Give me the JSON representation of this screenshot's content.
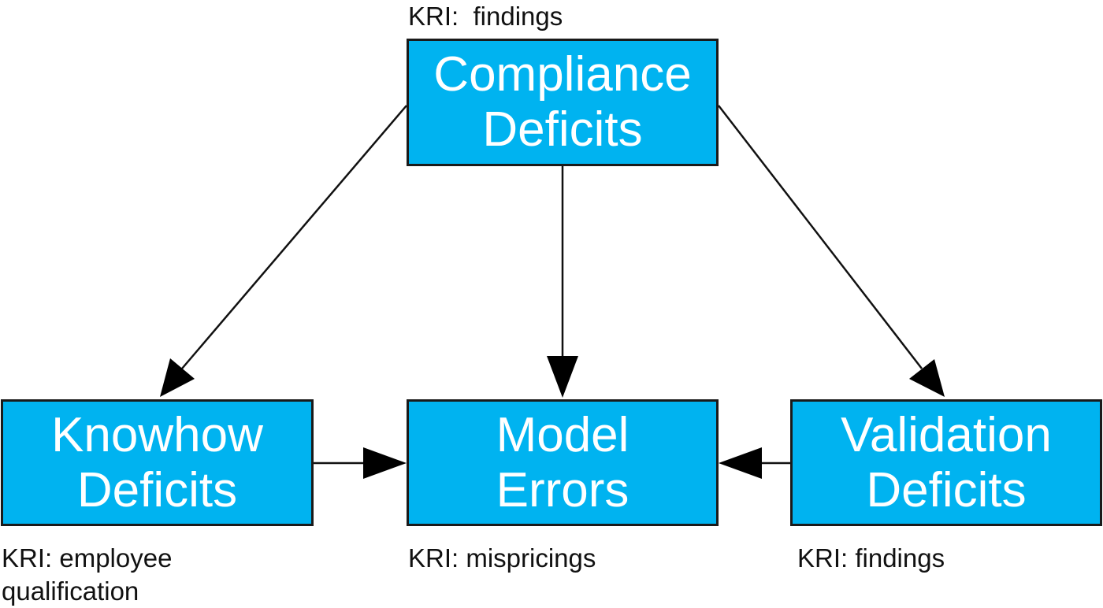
{
  "nodes": {
    "compliance": {
      "line1": "Compliance",
      "line2": "Deficits",
      "kri": "KRI:  findings"
    },
    "knowhow": {
      "line1": "Knowhow",
      "line2": "Deficits",
      "kri_line1": "KRI: employee",
      "kri_line2": "qualification"
    },
    "model": {
      "line1": "Model",
      "line2": "Errors",
      "kri": "KRI: mispricings"
    },
    "validation": {
      "line1": "Validation",
      "line2": "Deficits",
      "kri": "KRI: findings"
    }
  },
  "edges": [
    {
      "from": "Compliance Deficits",
      "to": "Knowhow Deficits"
    },
    {
      "from": "Compliance Deficits",
      "to": "Model Errors"
    },
    {
      "from": "Compliance Deficits",
      "to": "Validation Deficits"
    },
    {
      "from": "Knowhow Deficits",
      "to": "Model Errors"
    },
    {
      "from": "Validation Deficits",
      "to": "Model Errors"
    }
  ],
  "colors": {
    "node_fill": "#00b3f0",
    "node_border": "#1a1a1a",
    "node_text": "#ffffff",
    "edge": "#111111"
  }
}
